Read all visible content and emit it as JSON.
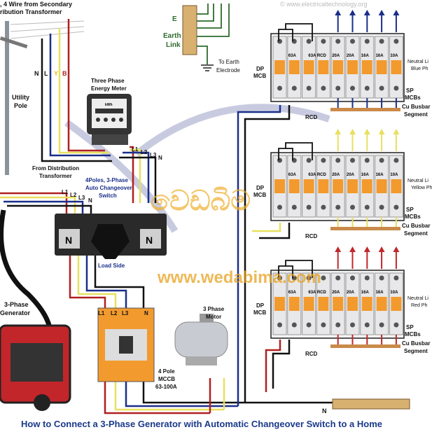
{
  "header": {
    "source_line1": ", 4 Wire from Secondary",
    "source_line2": "ribution Transformer",
    "copyright": "© www.electricaltechnology.org"
  },
  "utility": {
    "wire_labels": [
      "N",
      "L",
      "Y",
      "B"
    ],
    "pole_label_1": "Utility",
    "pole_label_2": "Pole",
    "from_transformer_1": "From Distribution",
    "from_transformer_2": "Transformer"
  },
  "meter": {
    "title_1": "Three Phase",
    "title_2": "Energy Meter",
    "unit": "kWh"
  },
  "terminals": [
    "L1",
    "L2",
    "L3",
    "N"
  ],
  "changeover": {
    "label_1": "4Poles, 3-Phase",
    "label_2": "Auto Changeover",
    "label_3": "Switch",
    "side_left": "N",
    "side_right": "N",
    "load_side": "Load Side"
  },
  "generator": {
    "label_1": "3-Phase",
    "label_2": "Generator"
  },
  "earth": {
    "e": "E",
    "link_1": "Earth",
    "link_2": "Link",
    "electrode_1": "To Earth",
    "electrode_2": "Electrode"
  },
  "motor": {
    "label_1": "3 Phase",
    "label_2": "Motor"
  },
  "mccb": {
    "label_1": "4 Pole",
    "label_2": "MCCB",
    "label_3": "63-100A"
  },
  "panels": [
    {
      "phase_label_1": "Neutral Li",
      "phase_label_2": "Blue Ph",
      "color": "#1a2f8a"
    },
    {
      "phase_label_1": "Neutral Li",
      "phase_label_2": "Yellow Ph",
      "color": "#e8e060"
    },
    {
      "phase_label_1": "Neutral Li",
      "phase_label_2": "Red Ph",
      "color": "#c0282a"
    }
  ],
  "panel_common": {
    "dp_1": "DP",
    "dp_2": "MCB",
    "ratings": [
      "63A",
      "63A RCD",
      "20A",
      "20A",
      "16A",
      "16A",
      "10A"
    ],
    "rcd": "RCD",
    "sp_1": "SP",
    "sp_2": "MCBs",
    "busbar_1": "Cu Busbar",
    "busbar_2": "Segment"
  },
  "neutral_bar_label": "N",
  "footer": {
    "title": "How to Connect a 3-Phase Generator with Automatic Changeover Switch to a Home"
  },
  "watermark": {
    "sinhala": "වෙඩබිම",
    "url": "www.wedabima.com"
  }
}
